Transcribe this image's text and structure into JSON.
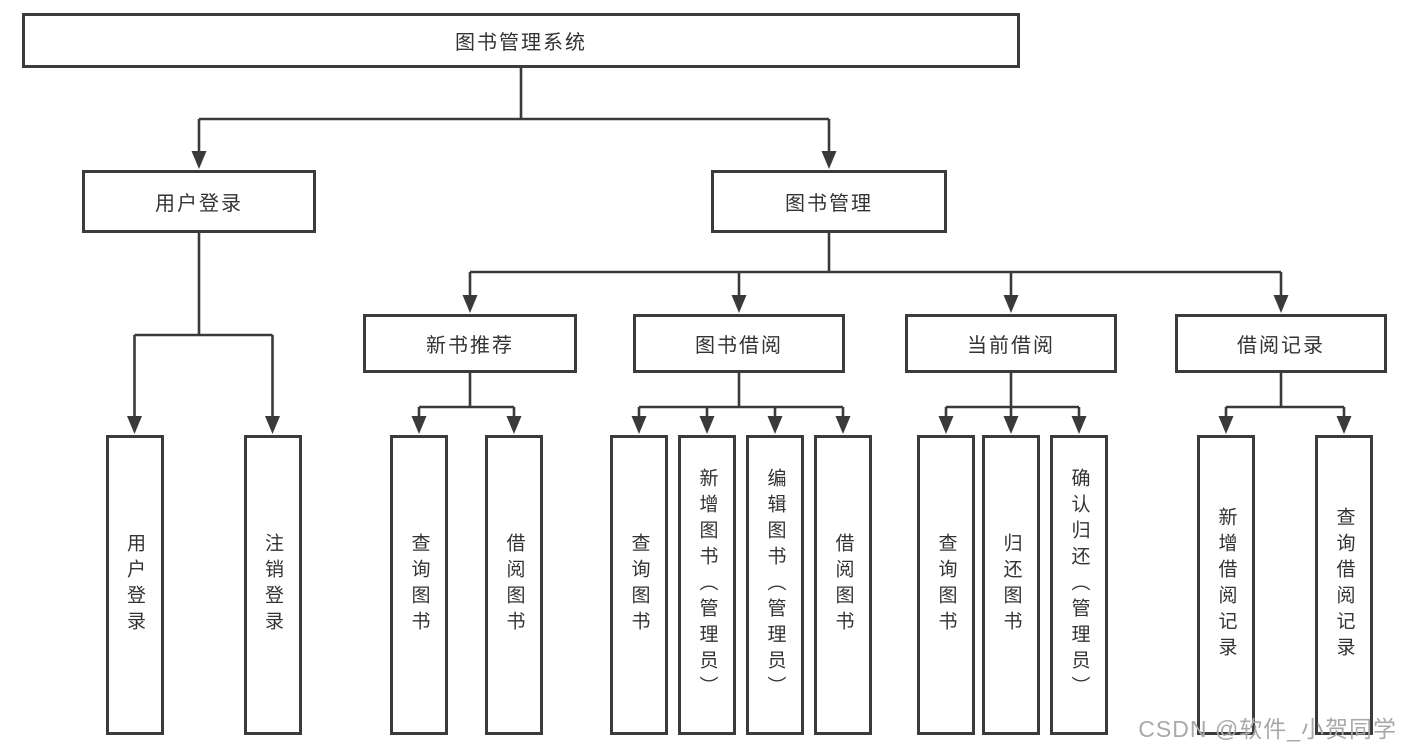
{
  "diagram": {
    "root": {
      "label": "图书管理系统"
    },
    "branches": [
      {
        "label": "用户登录",
        "children": [
          {
            "label": "用户登录"
          },
          {
            "label": "注销登录"
          }
        ]
      },
      {
        "label": "图书管理",
        "children": [
          {
            "label": "新书推荐",
            "children": [
              {
                "label": "查询图书"
              },
              {
                "label": "借阅图书"
              }
            ]
          },
          {
            "label": "图书借阅",
            "children": [
              {
                "label": "查询图书"
              },
              {
                "label": "新增图书（管理员）"
              },
              {
                "label": "编辑图书（管理员）"
              },
              {
                "label": "借阅图书"
              }
            ]
          },
          {
            "label": "当前借阅",
            "children": [
              {
                "label": "查询图书"
              },
              {
                "label": "归还图书"
              },
              {
                "label": "确认归还（管理员）"
              }
            ]
          },
          {
            "label": "借阅记录",
            "children": [
              {
                "label": "新增借阅记录"
              },
              {
                "label": "查询借阅记录"
              }
            ]
          }
        ]
      }
    ]
  },
  "watermark": {
    "text": "CSDN @软件_小贺同学"
  },
  "colors": {
    "line": "#3a3a3a",
    "border": "#3b3b3b",
    "text": "#333333",
    "bg": "#ffffff",
    "watermark": "#a9a9a9"
  }
}
